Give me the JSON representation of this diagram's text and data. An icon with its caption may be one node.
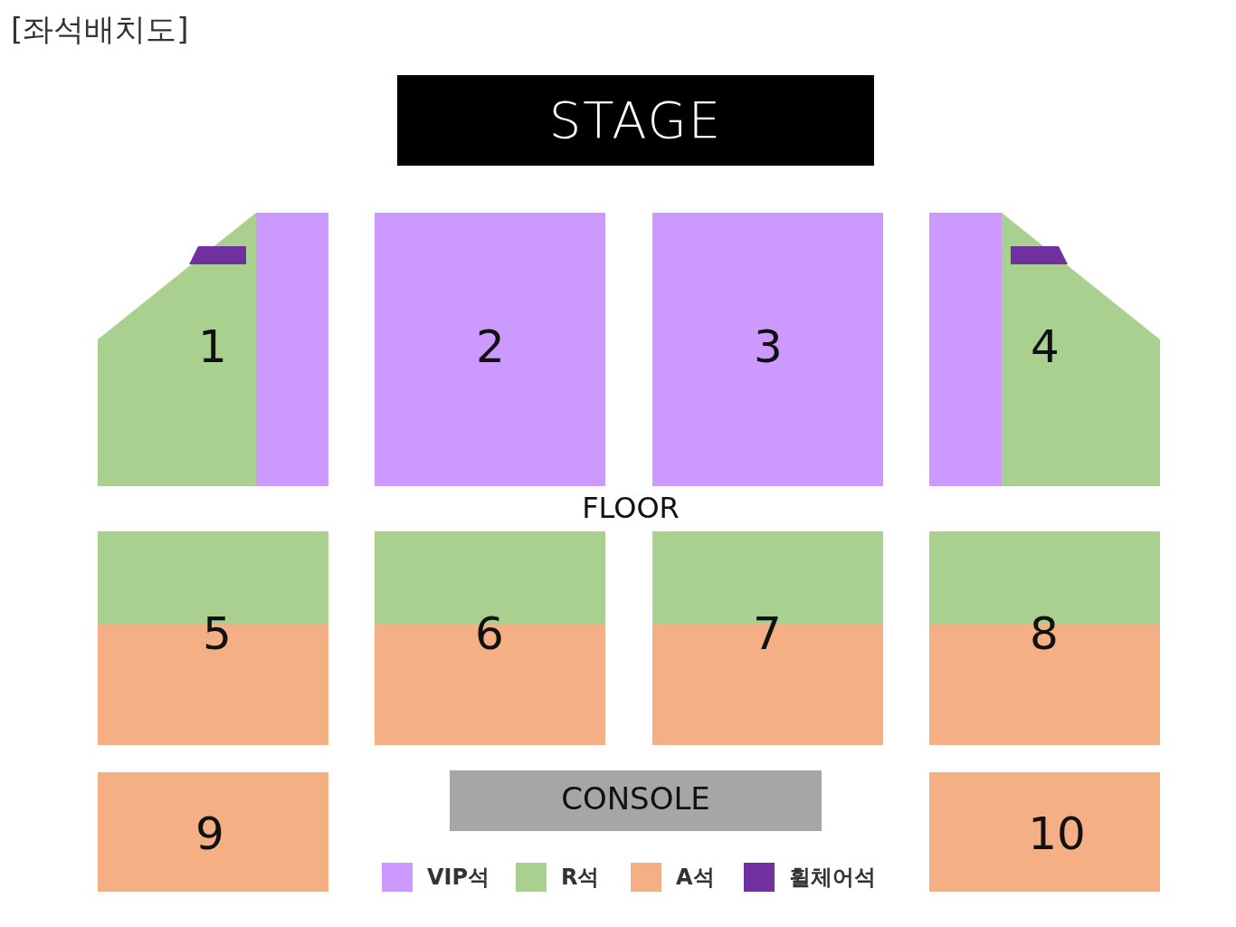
{
  "diagram": {
    "title": "[좌석배치도]",
    "nodes": [
      {
        "text": [
          "STAGE"
        ]
      },
      {
        "text": [
          "1"
        ]
      },
      {
        "text": [],
        "shape": "bar",
        "in": 1
      },
      {
        "text": [
          "2"
        ]
      },
      {
        "text": [
          "3"
        ]
      },
      {
        "text": [
          "4"
        ]
      },
      {
        "text": [],
        "shape": "bar",
        "in": 5
      },
      {
        "text": [
          "5"
        ]
      },
      {
        "text": [
          "6"
        ]
      },
      {
        "text": [
          "7"
        ]
      },
      {
        "text": [
          "8"
        ]
      },
      {
        "text": [
          "CONSOLE"
        ]
      },
      {
        "text": [
          "9"
        ]
      },
      {
        "text": [
          "10"
        ]
      }
    ],
    "edges": [],
    "labels": [
      "FLOOR"
    ],
    "legend": [
      {
        "text": "VIP석",
        "color": "#cc99ff"
      },
      {
        "text": "R석",
        "color": "#a9d08e"
      },
      {
        "text": "A석",
        "color": "#f4b084"
      },
      {
        "text": "휠체어석",
        "color": "#7030a0"
      }
    ]
  }
}
